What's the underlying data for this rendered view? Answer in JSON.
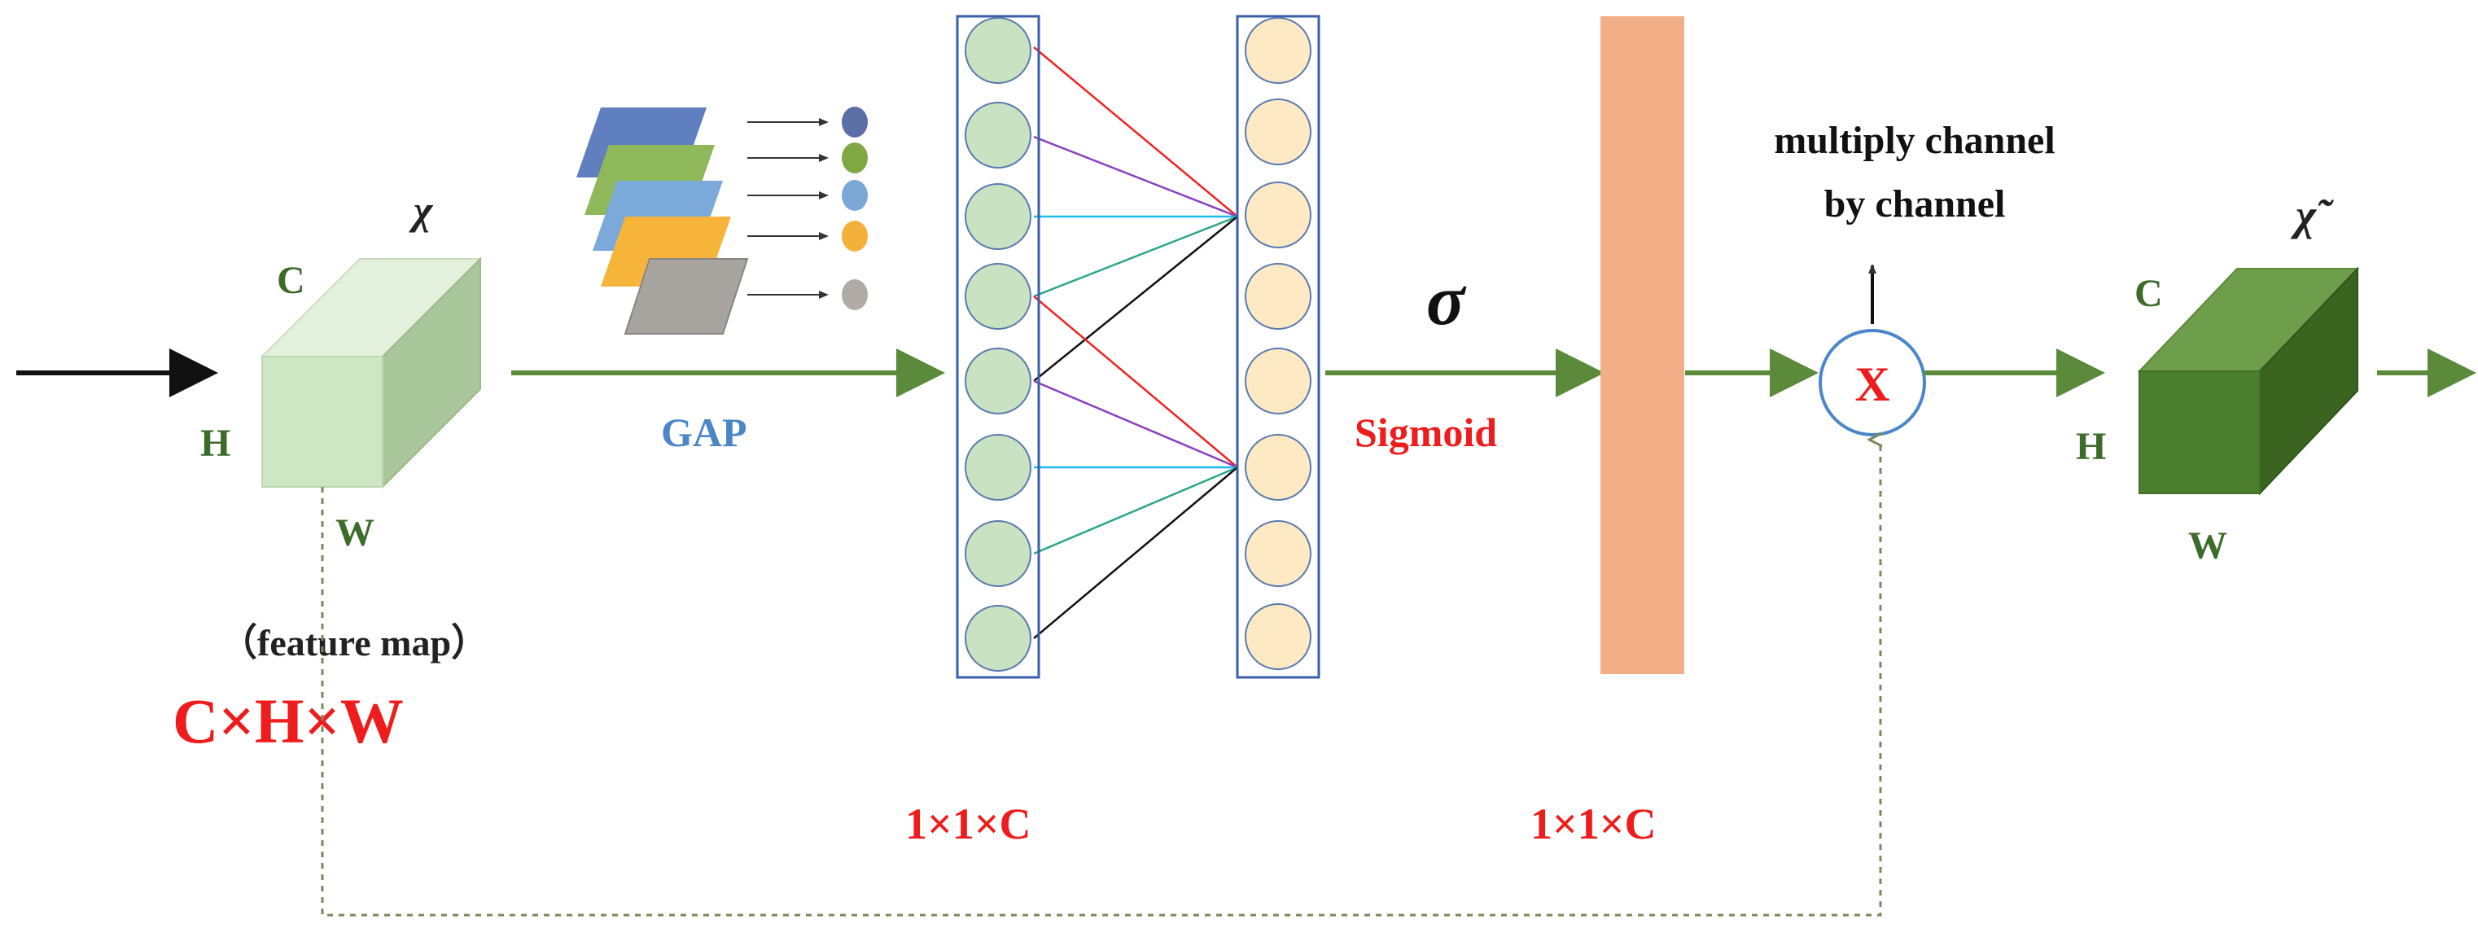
{
  "labels": {
    "input_symbol": "χ",
    "output_symbol": "χ̃",
    "input_c": "C",
    "input_h": "H",
    "input_w": "W",
    "output_c": "C",
    "output_h": "H",
    "output_w": "W",
    "feature_map": "（feature map）",
    "input_dims": "C×H×W",
    "gap": "GAP",
    "sigma": "σ",
    "sigmoid": "Sigmoid",
    "fc_dims": "1×1×C",
    "sig_dims": "1×1×C",
    "multiply_line1": "multiply channel",
    "multiply_line2": "by channel",
    "multiply_symbol": "X"
  },
  "colors": {
    "arrow_green": "#5a8a3a",
    "label_green": "#3d6b2a",
    "label_red": "#ee1c1c",
    "label_blue": "#4a86c8",
    "input_cube_front": "#cfe6c4",
    "input_cube_top": "#e3f0dc",
    "input_cube_side": "#a9c79b",
    "output_cube_front": "#4c7f2d",
    "output_cube_top": "#6e9e4c",
    "output_cube_side": "#3a6420",
    "layer1_node": "#c9e2c1",
    "layer2_node": "#fde9c4",
    "column_border": "#3a5ea8",
    "sigmoid_bar": "#f2ae86",
    "line_red": "#ee2222",
    "line_purple": "#8a3fc0",
    "line_cyan": "#1fb8ea",
    "line_teal": "#2aa58a",
    "line_black": "#111111",
    "slice_blue_dark": "#5f7fbf",
    "slice_green": "#8fb85a",
    "slice_blue_light": "#7ba9d9",
    "slice_orange": "#f6b43a",
    "slice_gray": "#a7a39e",
    "dot_blue_dark": "#5b6fa6",
    "dot_green": "#7fa843",
    "dot_blue_light": "#7ba7d6",
    "dot_orange": "#f3b13c",
    "dot_gray": "#b0aba6"
  }
}
